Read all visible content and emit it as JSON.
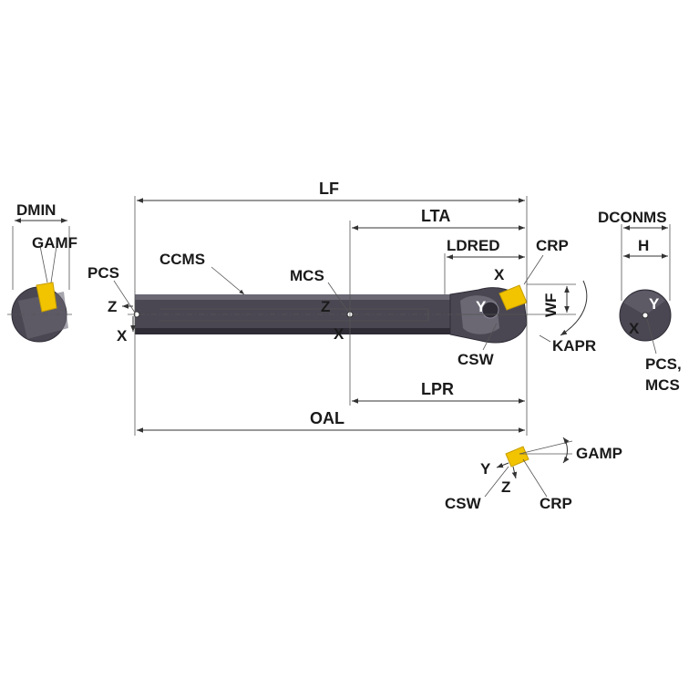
{
  "title": "Boring bar dimension drawing",
  "colors": {
    "body": "#4a4752",
    "body_dark": "#2f2c36",
    "body_light": "#6b6874",
    "insert": "#f2c400",
    "insert_dark": "#c79e00",
    "line": "#333333"
  },
  "labels": {
    "lf": "LF",
    "lta": "LTA",
    "ldred": "LDRED",
    "crp_top": "CRP",
    "dconms": "DCONMS",
    "h": "H",
    "dmin": "DMIN",
    "gamf": "GAMF",
    "pcs": "PCS",
    "ccms": "CCMS",
    "mcs": "MCS",
    "z_left": "Z",
    "x_left": "X",
    "z_mid": "Z",
    "x_mid": "X",
    "x_head": "X",
    "y_head": "Y",
    "wf": "WF",
    "kapr": "KAPR",
    "csw_top": "CSW",
    "lpr": "LPR",
    "oal": "OAL",
    "y_end": "Y",
    "x_end": "X",
    "pcs_mcs_1": "PCS,",
    "pcs_mcs_2": "MCS",
    "gamp": "GAMP",
    "y_insert": "Y",
    "z_insert": "Z",
    "csw_bottom": "CSW",
    "crp_bottom": "CRP"
  }
}
